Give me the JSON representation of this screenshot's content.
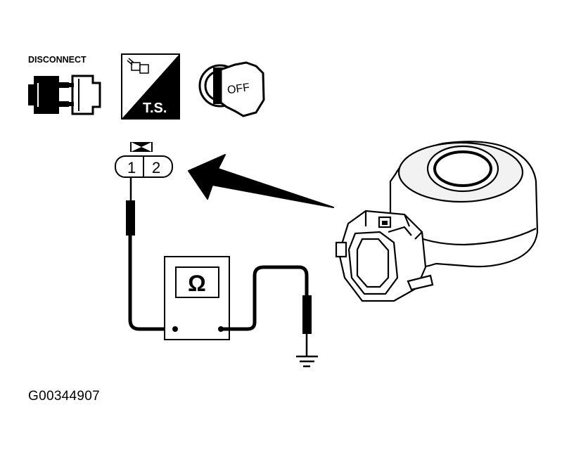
{
  "icons": {
    "disconnect": {
      "label": "DISCONNECT",
      "icon": "disconnect-connector-icon"
    },
    "ts": {
      "label": "T.S.",
      "icon": "troubleshooting-icon"
    },
    "key": {
      "label": "OFF",
      "icon": "ignition-key-off-icon"
    }
  },
  "connector": {
    "pin1": "1",
    "pin2": "2"
  },
  "meter": {
    "symbol": "Ω"
  },
  "figure_id": "G00344907",
  "colors": {
    "ink": "#000000",
    "paper": "#ffffff",
    "sensor_fill": "#f2f2f2"
  }
}
